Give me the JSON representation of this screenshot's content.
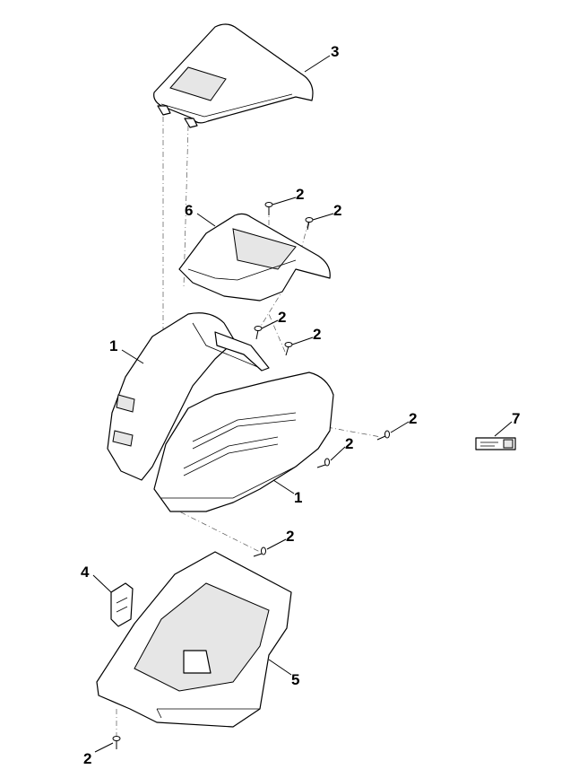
{
  "diagram": {
    "type": "exploded-parts-view",
    "callouts": [
      "3",
      "2",
      "2",
      "6",
      "2",
      "2",
      "1",
      "2",
      "7",
      "2",
      "1",
      "2",
      "4",
      "5",
      "2"
    ]
  }
}
